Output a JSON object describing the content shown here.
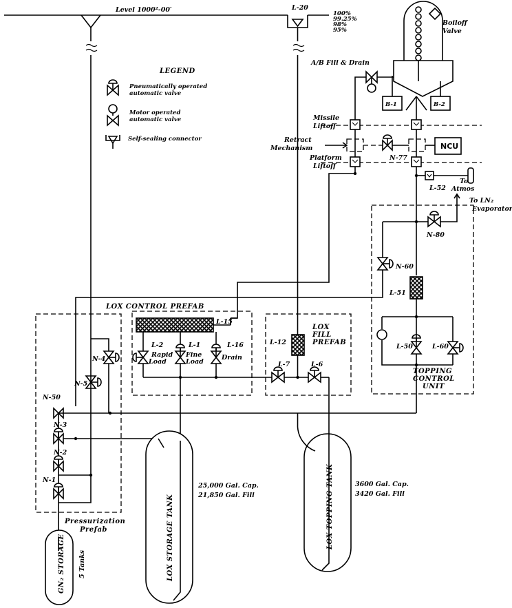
{
  "level_label": "Level 1000²-00′",
  "legend": {
    "title": "LEGEND",
    "pneumatic_line1": "Pneumatically operated",
    "pneumatic_line2": "automatic valve",
    "motor_line1": "Motor operated",
    "motor_line2": "automatic valve",
    "connector": "Self-sealing connector"
  },
  "percentages": [
    "100%",
    "99.25%",
    "98%",
    "95%"
  ],
  "boiloff_line1": "Boiloff",
  "boiloff_line2": "Valve",
  "ab_fill_drain": "A/B Fill & Drain",
  "b1": "B-1",
  "b2": "B-2",
  "missile_line1": "Missile",
  "missile_line2": "Liftoff",
  "retract_line1": "Retract",
  "retract_line2": "Mechanism",
  "platform_line1": "Platform",
  "platform_line2": "Liftoff",
  "ncu": "NCU",
  "to_atmos_line1": "To",
  "to_atmos_line2": "Atmos",
  "to_ln2_line1": "To LN₂",
  "to_ln2_line2": "Evaporator",
  "lox_control_prefab": "LOX CONTROL PREFAB",
  "lox_fill_prefab_line1": "LOX",
  "lox_fill_prefab_line2": "FILL",
  "lox_fill_prefab_line3": "PREFAB",
  "topping_control_line1": "TOPPING",
  "topping_control_line2": "CONTROL",
  "topping_control_line3": "UNIT",
  "valves": {
    "l20": "L-20",
    "n77": "N-77",
    "l52": "L-52",
    "n80": "N-80",
    "n60": "N-60",
    "l51": "L-51",
    "l50": "L-50",
    "l60": "L-60",
    "l15": "L-15",
    "l2": "L-2",
    "l1": "L-1",
    "l16": "L-16",
    "l12": "L-12",
    "l7": "L-7",
    "l6": "L-6",
    "n4": "N-4",
    "n5": "N-5",
    "n50": "N-50",
    "n3": "N-3",
    "n2": "N-2",
    "n1": "N-1"
  },
  "rapid_line1": "Rapid",
  "rapid_line2": "Load",
  "fine_line1": "Fine",
  "fine_line2": "Load",
  "drain": "Drain",
  "pressurization_line1": "Pressurization",
  "pressurization_line2": "Prefab",
  "gn2_storage": "GN₂ STORAGE",
  "gn2_tanks": "5 Tanks",
  "lox_storage_tank": "LOX STORAGE TANK",
  "lox_storage_cap": "25,000 Gal. Cap.",
  "lox_storage_fill": "21,850 Gal. Fill",
  "lox_topping_tank": "LOX TOPPING TANK",
  "lox_topping_cap": "3600 Gal. Cap.",
  "lox_topping_fill": "3420 Gal. Fill"
}
